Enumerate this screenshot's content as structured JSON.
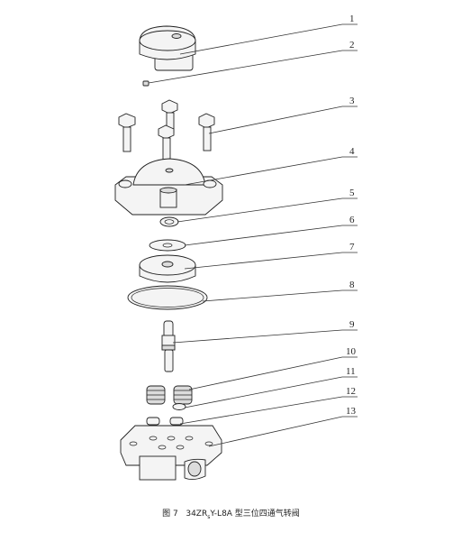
{
  "figure": {
    "caption_prefix": "图 7",
    "caption_model_a": "34ZR",
    "caption_model_sub": "s",
    "caption_model_b": "Y-L8A 型三位四通气转阀"
  },
  "callouts": [
    "1",
    "2",
    "3",
    "4",
    "5",
    "6",
    "7",
    "8",
    "9",
    "10",
    "11",
    "12",
    "13"
  ]
}
